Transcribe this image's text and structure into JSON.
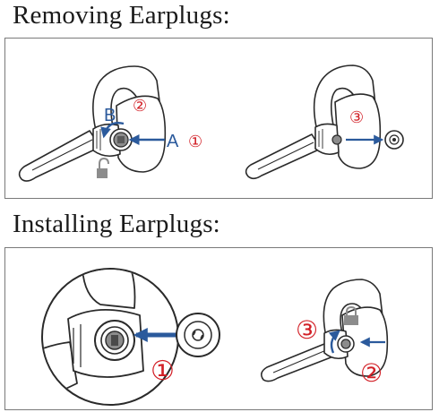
{
  "removing": {
    "title": "Removing Earplugs:",
    "label_a": "A",
    "label_b": "B",
    "step_1": "①",
    "step_2": "②",
    "step_3": "③"
  },
  "installing": {
    "title": "Installing Earplugs:",
    "step_1": "①",
    "step_2": "②",
    "step_3": "③"
  },
  "colors": {
    "arrow_blue": "#2b5a9c",
    "step_red": "#d21f26",
    "outline": "#2a2a2a",
    "lock_gray": "#8c8c8c"
  }
}
